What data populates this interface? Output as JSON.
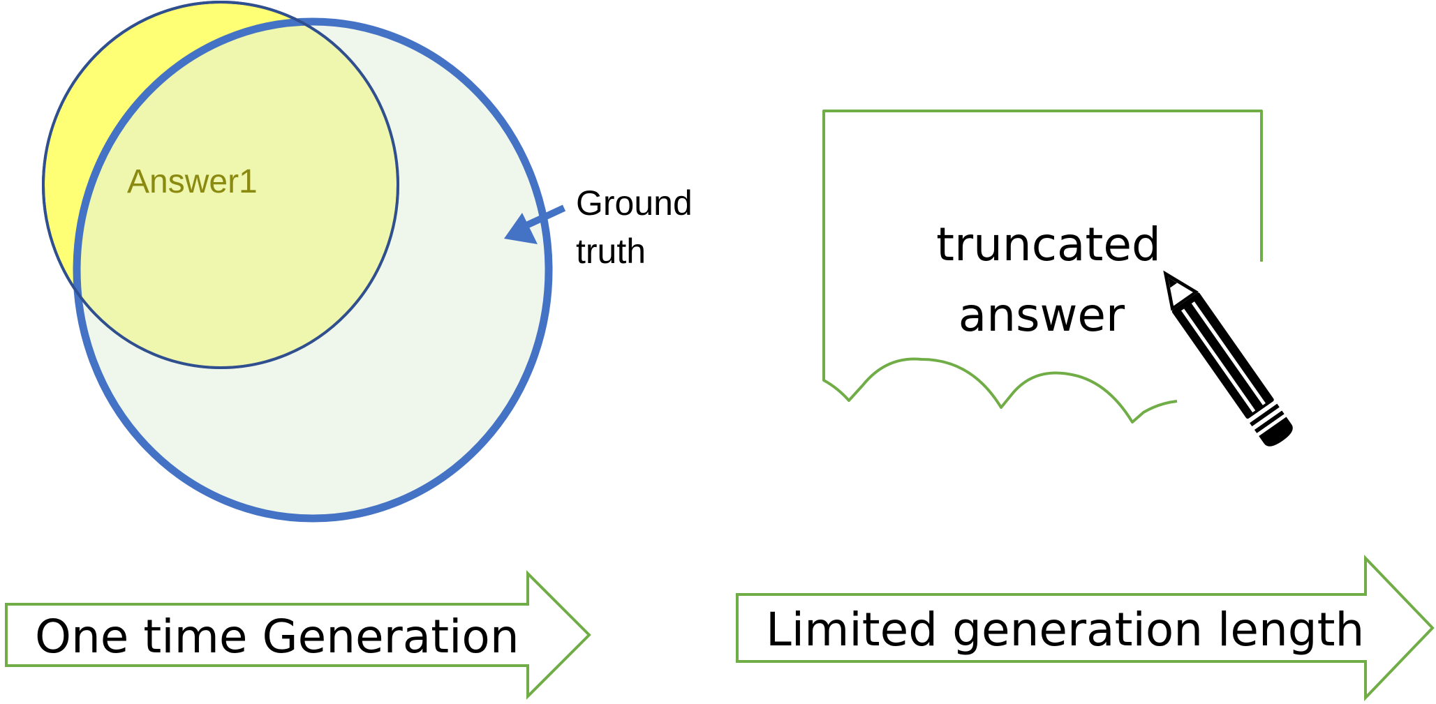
{
  "left_panel": {
    "answer_label": "Answer1",
    "ground_truth_label_line1": "Ground",
    "ground_truth_label_line2": "truth",
    "arrow_label": "One time Generation"
  },
  "right_panel": {
    "box_text_line1": "truncated",
    "box_text_line2": "answer",
    "arrow_label": "Limited generation length"
  },
  "icons": {
    "pencil": "pencil-icon"
  },
  "colors": {
    "answer_fill": "#ffff66",
    "answer_stroke": "#2f4f8f",
    "answer_text": "#8a8a10",
    "ground_truth_fill": "#e2efda",
    "ground_truth_stroke": "#4472c4",
    "box_stroke": "#70ad47",
    "arrow_stroke": "#70ad47",
    "text": "#000000"
  }
}
